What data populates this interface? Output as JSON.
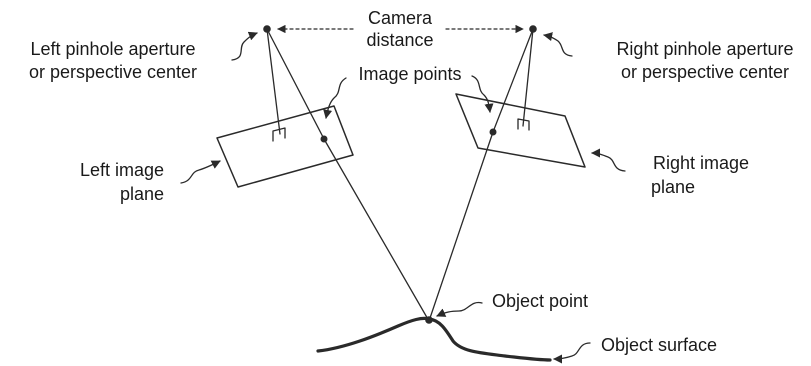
{
  "labels": {
    "camera_distance": [
      "Camera",
      "distance"
    ],
    "left_aperture": [
      "Left pinhole aperture",
      "or perspective center"
    ],
    "right_aperture": [
      "Right pinhole aperture",
      "or perspective center"
    ],
    "image_points": "Image points",
    "left_plane": [
      "Left image",
      "plane"
    ],
    "right_plane": [
      "Right image",
      "plane"
    ],
    "object_point": "Object point",
    "object_surface": "Object surface"
  },
  "colors": {
    "ink": "#2a2a2a",
    "text": "#1a1a1a",
    "background": "#ffffff"
  }
}
